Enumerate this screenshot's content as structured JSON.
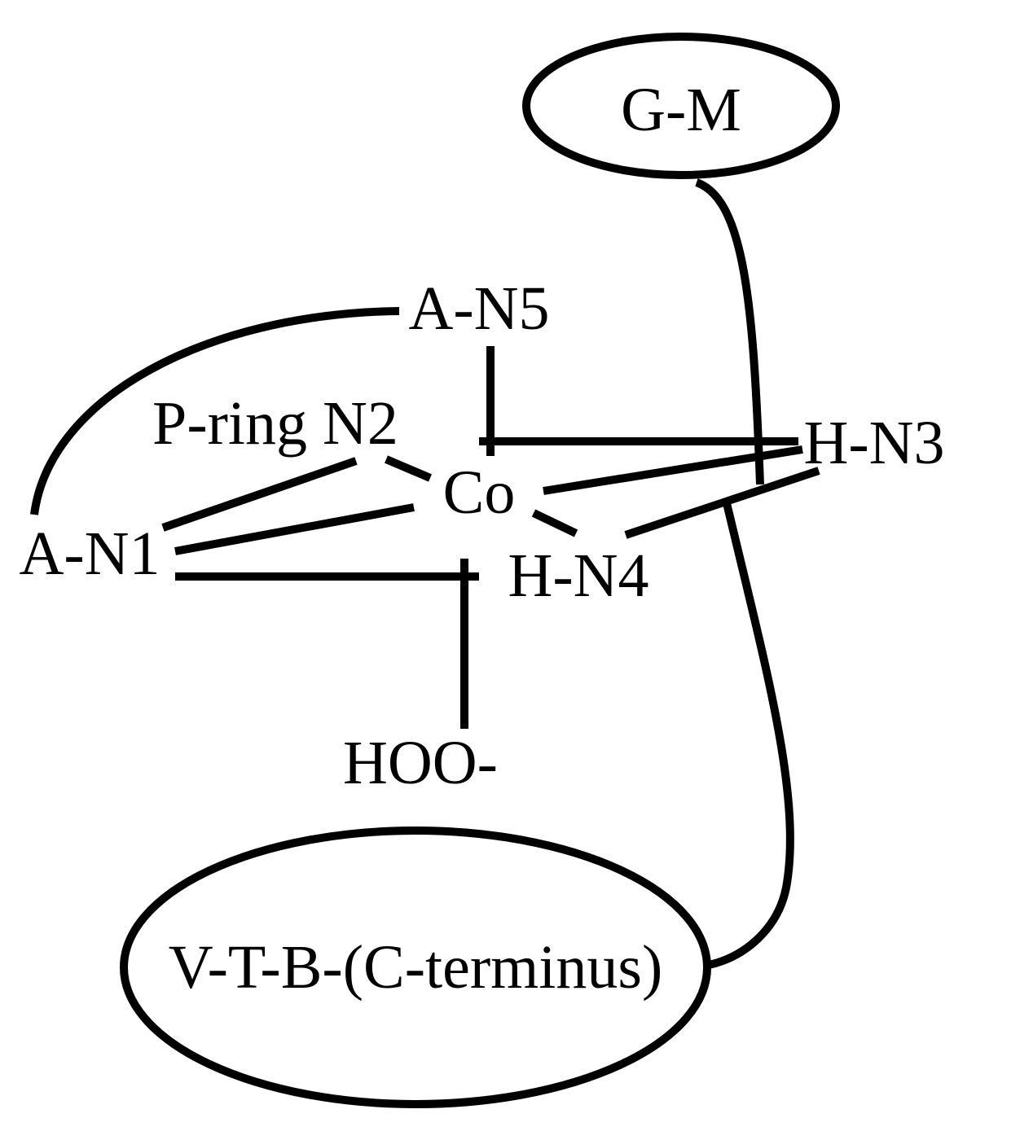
{
  "labels": {
    "gm": "G-M",
    "an5": "A-N5",
    "pring_n2": "P-ring N2",
    "hn3": "H-N3",
    "co": "Co",
    "an1": "A-N1",
    "hn4": "H-N4",
    "hoo": "HOO-",
    "vtb": "V-T-B-(C-terminus)"
  },
  "colors": {
    "line": "#000000",
    "text": "#000000",
    "background": "#ffffff"
  }
}
